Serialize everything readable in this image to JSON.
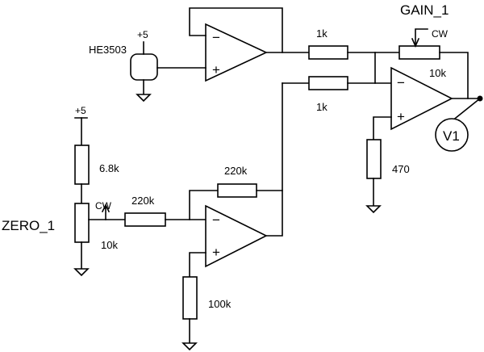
{
  "labels": {
    "gain_pot": "GAIN_1",
    "zero_pot": "ZERO_1",
    "sensor": "HE3503",
    "meter": "V1",
    "supply_top": "+5",
    "supply_left": "+5",
    "cw_gain": "CW",
    "cw_zero": "CW",
    "r_in_top": "1k",
    "r_in_bottom": "1k",
    "r_gain_pot": "10k",
    "r_470": "470",
    "r_68k": "6.8k",
    "r_zero_pot": "10k",
    "r_220k_feedback": "220k",
    "r_220k_input": "220k",
    "r_100k": "100k"
  },
  "opamps": {
    "buffer": {
      "minus": "−",
      "plus": "+"
    },
    "output": {
      "minus": "−",
      "plus": "+"
    },
    "offset": {
      "minus": "−",
      "plus": "+"
    }
  }
}
